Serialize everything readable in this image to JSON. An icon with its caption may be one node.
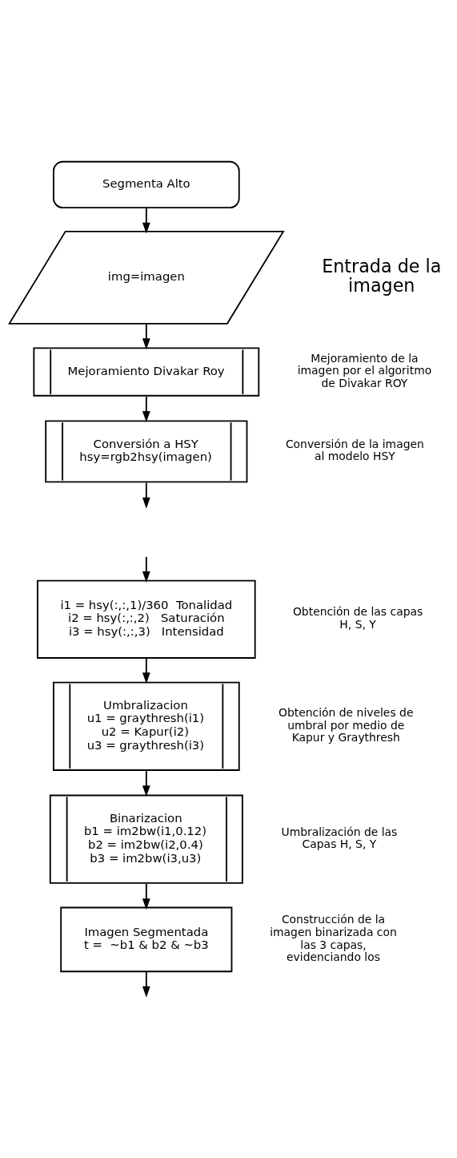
{
  "diagram": {
    "nodes": [
      {
        "text": [
          "Segmenta Alto"
        ]
      },
      {
        "text": [
          "img=imagen"
        ],
        "beside": [
          "Entrada de la imagen"
        ]
      },
      {
        "text": [
          "Mejoramiento Divakar Roy"
        ],
        "beside": [
          "Mejoramiento de la imagen por el algoritmo de Divakar ROY"
        ]
      },
      {
        "text": [
          "Conversión a HSY",
          "hsy=rgb2hsy(imagen)"
        ],
        "beside": [
          "Conversión de la imagen al modelo HSY"
        ]
      },
      {
        "text": [
          "i1 = hsy(:,:,1)/360  Tonalidad",
          "i2 = hsy(:,:,2)   Saturación",
          "i3 = hsy(:,:,3)   Intensidad"
        ],
        "beside": [
          "Obtención de las capas H, S, Y"
        ]
      },
      {
        "text": [
          "Umbralizacion",
          "u1 = graythresh(i1)",
          "u2 = Kapur(i2)",
          "u3 = graythresh(i3)"
        ],
        "beside": [
          "Obtención de niveles de umbral por medio de Kapur y Graythresh"
        ]
      },
      {
        "text": [
          "Binarizacion",
          "b1 = im2bw(i1,0.12)",
          "b2 = im2bw(i2,0.4)",
          "b3 = im2bw(i3,u3)"
        ],
        "beside": [
          "Umbralización de las Capas H, S, Y"
        ]
      },
      {
        "text": [
          "Imagen Segmentada",
          "t =  ~b1 & b2 & ~b3"
        ],
        "beside": [
          "Construcción de la imagen binarizada con las 3 capas, evidenciando los"
        ]
      }
    ],
    "edges": [
      {
        "from": 0,
        "to": 1,
        "arrow": "to"
      },
      {
        "from": 1,
        "to": 2,
        "arrow": "to"
      },
      {
        "from": 2,
        "to": 3,
        "arrow": "to"
      },
      {
        "from": 3,
        "to": null,
        "arrow": "to"
      },
      {
        "from": null,
        "to": 4,
        "arrow": "to"
      },
      {
        "from": 4,
        "to": 5,
        "arrow": "to"
      },
      {
        "from": 5,
        "to": 6,
        "arrow": "to"
      },
      {
        "from": 6,
        "to": 7,
        "arrow": "to"
      },
      {
        "from": 7,
        "to": null,
        "arrow": "to"
      }
    ]
  }
}
